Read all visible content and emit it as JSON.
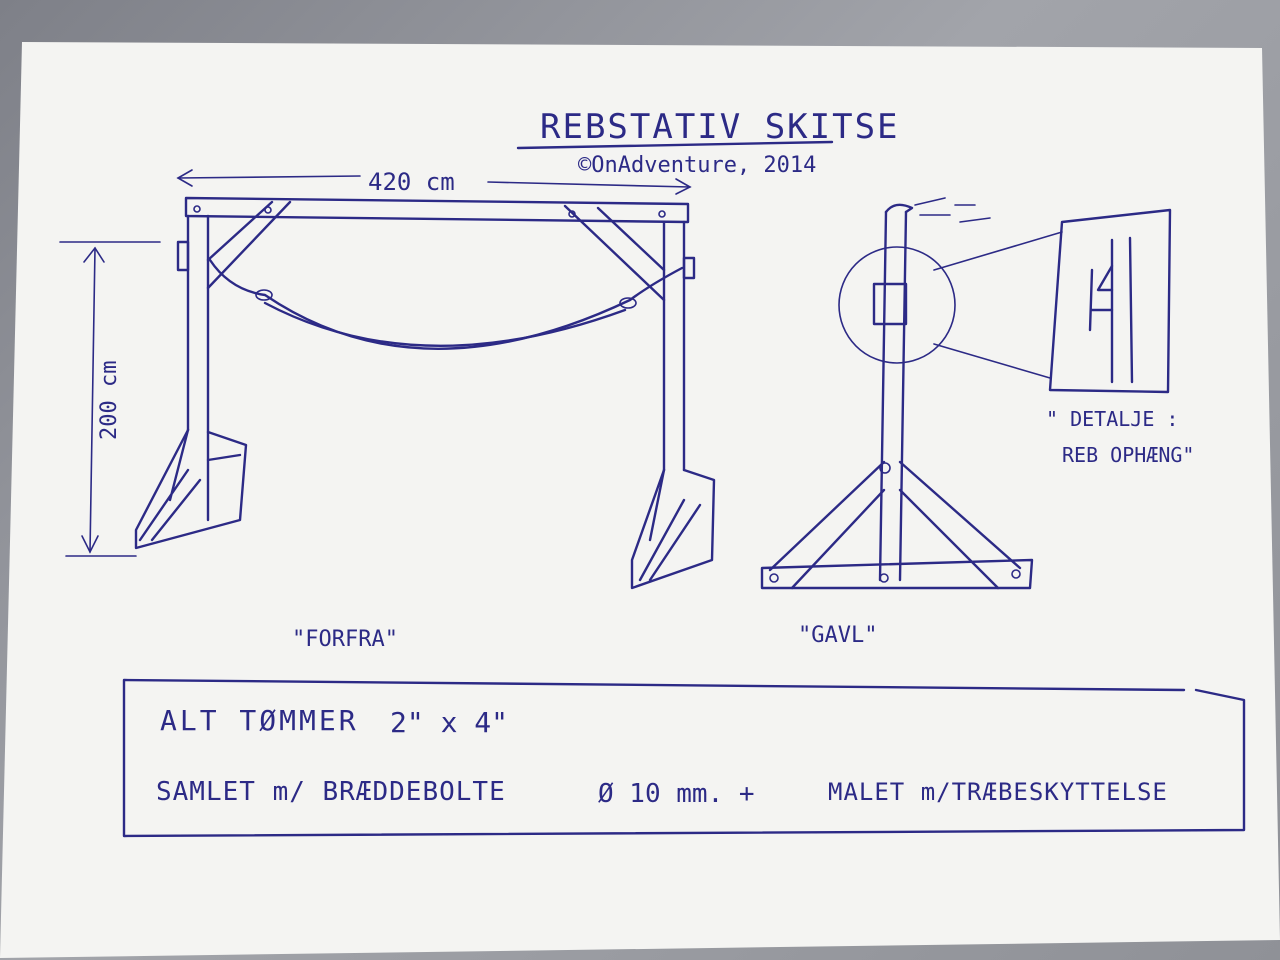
{
  "sketch": {
    "title": "REBSTATIV SKITSE",
    "copyright": "©OnAdventure, 2014",
    "width_label": "420 cm",
    "height_label": "200 cm",
    "front_view_label": "\"FORFRA\"",
    "side_view_label": "\"GAVL\"",
    "detail_label_line1": "\" DETALJE :",
    "detail_label_line2": "REB OPHÆNG\""
  },
  "notes": {
    "line1_a": "ALT TØMMER",
    "line1_b": "2\" x 4\"",
    "line2_a": "SAMLET m/ BRÆDDEBOLTE",
    "line2_b": "Ø 10 mm. +",
    "line2_c": "MALET m/TRÆBESKYTTELSE"
  },
  "colors": {
    "ink": "#2c2a86",
    "paper": "#f3f3f1",
    "desk": "#8f9197"
  }
}
